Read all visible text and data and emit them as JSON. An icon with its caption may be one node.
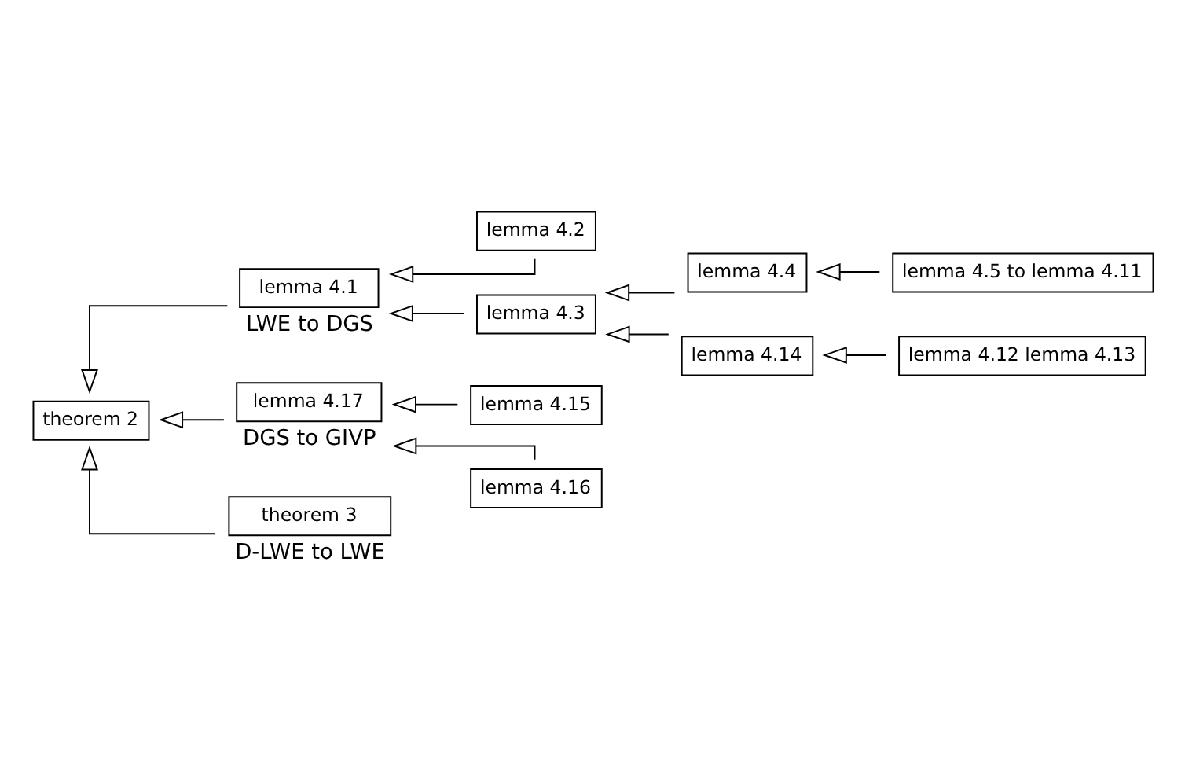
{
  "diagram": {
    "nodes": [
      {
        "text": [
          "theorem 2"
        ]
      },
      {
        "text": [
          "lemma 4.1"
        ],
        "beside": [
          "LWE to DGS"
        ]
      },
      {
        "text": [
          "lemma 4.2"
        ]
      },
      {
        "text": [
          "lemma 4.3"
        ]
      },
      {
        "text": [
          "lemma 4.4"
        ]
      },
      {
        "text": [
          "lemma 4.5 to lemma 4.11"
        ]
      },
      {
        "text": [
          "lemma 4.14"
        ]
      },
      {
        "text": [
          "lemma 4.12 lemma 4.13"
        ]
      },
      {
        "text": [
          "lemma 4.17"
        ],
        "beside": [
          "DGS to GIVP"
        ]
      },
      {
        "text": [
          "lemma 4.15"
        ]
      },
      {
        "text": [
          "lemma 4.16"
        ]
      },
      {
        "text": [
          "theorem 3"
        ],
        "beside": [
          "D-LWE to LWE"
        ]
      }
    ],
    "edges": [
      {
        "from": 1,
        "to": 0,
        "arrow": "to"
      },
      {
        "from": 8,
        "to": 0,
        "arrow": "to"
      },
      {
        "from": 11,
        "to": 0,
        "arrow": "to"
      },
      {
        "from": 2,
        "to": 1,
        "arrow": "to"
      },
      {
        "from": 3,
        "to": 1,
        "arrow": "to"
      },
      {
        "from": 4,
        "to": 3,
        "arrow": "to"
      },
      {
        "from": 6,
        "to": 3,
        "arrow": "to"
      },
      {
        "from": 5,
        "to": 4,
        "arrow": "to"
      },
      {
        "from": 7,
        "to": 6,
        "arrow": "to"
      },
      {
        "from": 9,
        "to": 8,
        "arrow": "to"
      },
      {
        "from": 10,
        "to": 8,
        "arrow": "to"
      }
    ]
  }
}
